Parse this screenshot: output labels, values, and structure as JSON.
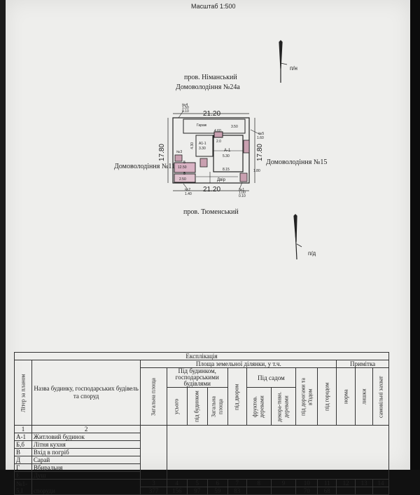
{
  "scale_label": "Масштаб 1:500",
  "north_label": "п/н",
  "south_label": "п/д",
  "street_top": "пров. Німанський",
  "parcel_label": "Домоволодіння №24а",
  "neighbor_left": "Домоволодіння №11",
  "neighbor_right": "Домоволодіння №15",
  "street_bottom": "пров. Тюменський",
  "plan": {
    "dim_top": "21.20",
    "dim_bottom": "21.20",
    "dim_left": "17.80",
    "dim_right": "17.80",
    "garage_label": "Гараж",
    "yard_label": "Двір",
    "room_a1": "А-1",
    "room_a11": "А1-1",
    "room_b": "Б",
    "room_v": "В",
    "room_b_area": "12.50",
    "room_v_area": "2.50",
    "room_a1_area": "5.30",
    "room_a11_area": "3.30",
    "room_k_area": "2.0",
    "dim_8_15": "8.15",
    "dim_4_60": "4.60",
    "dim_4_30": "4.30",
    "dim_3_50": "3.50",
    "dim_1_80": "1.80",
    "pt_n4": "№4",
    "pt_n4_vals": "1.50\n0.10",
    "pt_n5": "№5",
    "pt_n5_val": "1.60",
    "pt_n2": "№2",
    "pt_n2_val": "1.40",
    "pt_n1": "№1",
    "pt_n1_vals": "1.00\n0.10",
    "pt_n3": "№3"
  },
  "explication": {
    "title": "Експлікація",
    "col_litera": "Літер за планом",
    "col_name": "Назва будинку, господарських будівель та споруд",
    "col_area_group": "Площа земельної ділянки, у т.ч.",
    "col_note": "Примітка",
    "col_total": "Загальна площа",
    "col_under_buildings": "Під будинком, господарськими будівлями",
    "col_total_sub": "усього",
    "col_under_house": "під будинком",
    "col_general_area": "Загальна площа",
    "col_yard": "під двором",
    "col_garden_group": "Під садом",
    "col_fruit": "фруктов. деревами",
    "col_decor": "декора-тивн. деревами",
    "col_roads": "під дорогами та в'їздом",
    "col_veg": "під городом",
    "col_norm": "норма",
    "col_excess": "лишки",
    "col_self": "самовільні захват",
    "nums_a": [
      "1",
      "2"
    ],
    "nums_b": [
      "3",
      "4",
      "5",
      "6",
      "7",
      "8",
      "9",
      "10",
      "11",
      "12",
      "13",
      "14"
    ],
    "rows": [
      {
        "lit": "А-1",
        "name": "Житловий будинок"
      },
      {
        "lit": "Б,б",
        "name": "Літня кухня"
      },
      {
        "lit": "В",
        "name": "Вхід в погріб"
      },
      {
        "lit": "Д",
        "name": "Сарай"
      },
      {
        "lit": "Г",
        "name": "Вбиральня"
      },
      {
        "lit": "Е",
        "name": "Душ"
      },
      {
        "lit": "№1-5,І",
        "name": "споруди"
      }
    ],
    "totals": {
      "c3": "377",
      "c4": "156",
      "c5": "97",
      "c6": "59",
      "c7": "83",
      "c8": "",
      "c9": "",
      "c10": "70",
      "c11": "68",
      "c12": "",
      "c13": "",
      "c14": ""
    }
  },
  "colors": {
    "paper": "#eeeeec",
    "ink": "#222222",
    "hatch": "#c9a0b0"
  }
}
